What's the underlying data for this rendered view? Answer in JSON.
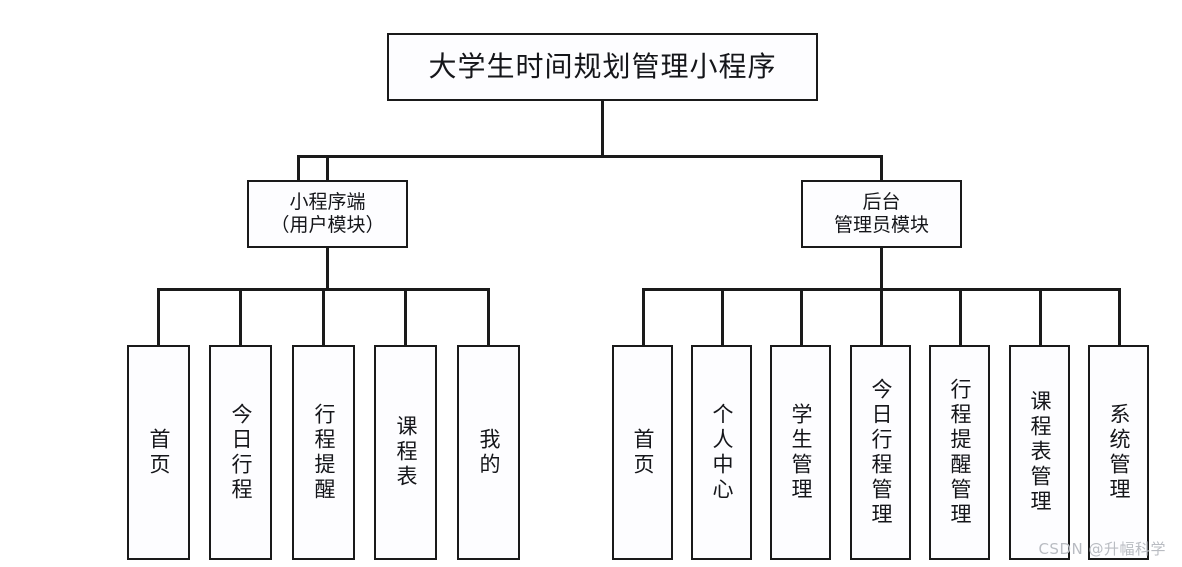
{
  "diagram": {
    "type": "tree",
    "title": "大学生时间规划管理小程序",
    "root": {
      "label": "大学生时间规划管理小程序"
    },
    "branches": [
      {
        "id": "miniprogram-client",
        "line1": "小程序端",
        "line2": "（用户模块）",
        "children": [
          {
            "label": "首页"
          },
          {
            "label": "今日行程"
          },
          {
            "label": "行程提醒"
          },
          {
            "label": "课程表"
          },
          {
            "label": "我的"
          }
        ]
      },
      {
        "id": "backend-admin",
        "line1": "后台",
        "line2": "管理员模块",
        "children": [
          {
            "label": "首页"
          },
          {
            "label": "个人中心"
          },
          {
            "label": "学生管理"
          },
          {
            "label": "今日行程管理"
          },
          {
            "label": "行程提醒管理"
          },
          {
            "label": "课程表管理"
          },
          {
            "label": "系统管理"
          }
        ]
      }
    ]
  },
  "watermark": {
    "text": "CSDN @升幅科学"
  },
  "colors": {
    "stroke": "#1a1a1a",
    "box_fill": "#fdfdff",
    "text": "#15161a",
    "watermark": "#b9bcc2",
    "background": "#ffffff"
  }
}
